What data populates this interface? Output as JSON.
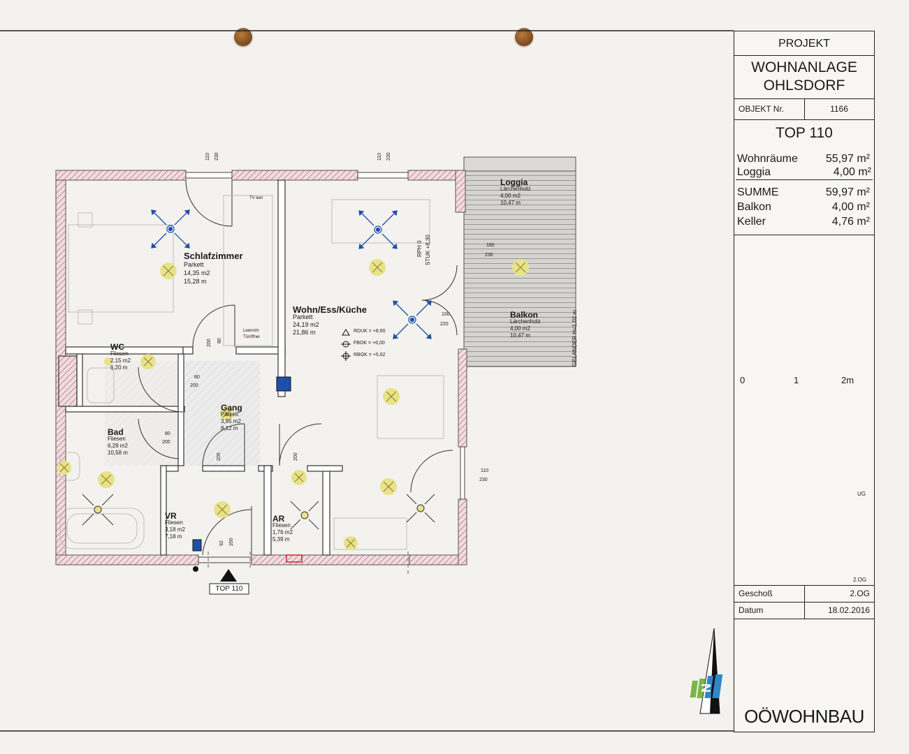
{
  "title_block": {
    "projekt_label": "PROJEKT",
    "project_name_line1": "WOHNANLAGE",
    "project_name_line2": "OHLSDORF",
    "objekt_label": "OBJEKT Nr.",
    "objekt_value": "1166",
    "top_label": "TOP 110",
    "areas": [
      {
        "label": "Wohnräume",
        "value": "55,97 m²"
      },
      {
        "label": "Loggia",
        "value": "4,00 m²"
      },
      {
        "label": "SUMME",
        "value": "59,97 m²"
      },
      {
        "label": "Balkon",
        "value": "4,00 m²"
      },
      {
        "label": "Keller",
        "value": "4,76 m²"
      }
    ],
    "scale_labels": [
      "0",
      "1",
      "2m"
    ],
    "minimap_label_ug": "UG",
    "minimap_label_2og": "2.OG",
    "geschoss_label": "Geschoß",
    "geschoss_value": "2.OG",
    "datum_label": "Datum",
    "datum_value": "18.02.2016",
    "brand": "OÖWOHNBAU",
    "north_letter": "N"
  },
  "rooms": {
    "schlafzimmer": {
      "name": "Schlafzimmer",
      "floor": "Parkett",
      "area": "14,35 m2",
      "perimeter": "15,28 m"
    },
    "wohn": {
      "name": "Wohn/Ess/Küche",
      "floor": "Parkett",
      "area": "24,19 m2",
      "perimeter": "21,86 m"
    },
    "loggia": {
      "name": "Loggia",
      "floor": "Lärchenholz",
      "area": "4,00 m2",
      "perimeter": "10,47 m"
    },
    "balkon": {
      "name": "Balkon",
      "floor": "Lärchenholz",
      "area": "4,00 m2",
      "perimeter": "10,47 m"
    },
    "wc": {
      "name": "WC",
      "floor": "Fliesen",
      "area": "2,15 m2",
      "perimeter": "6,20 m"
    },
    "bad": {
      "name": "Bad",
      "floor": "Fliesen",
      "area": "6,29 m2",
      "perimeter": "10,58 m"
    },
    "gang": {
      "name": "Gang",
      "floor": "Parkett",
      "area": "3,95 m2",
      "perimeter": "8,12 m"
    },
    "vr": {
      "name": "VR",
      "floor": "Fliesen",
      "area": "3,18 m2",
      "perimeter": "7,18 m"
    },
    "ar": {
      "name": "AR",
      "floor": "Fliesen",
      "area": "1,76 m2",
      "perimeter": "5,39 m"
    }
  },
  "annotations": {
    "rduk": "RDUK = +8,60",
    "fbok": "FBOK = +6,00",
    "rbok": "RBOK = +5,62",
    "rph": "RPH 0",
    "stuk": "STUK +8,30",
    "gelander": "GELANDER H=1,02 m",
    "tv_leer": "TV leer",
    "leerrohr": "Leerrohr",
    "tueroeffner": "Türöffner",
    "entrance": "TOP 110",
    "dim_110a": "110",
    "dim_230a": "230",
    "dim_110b": "110",
    "dim_230b": "230",
    "dim_180": "180",
    "dim_230c": "230",
    "dim_100": "100",
    "dim_220": "220",
    "dim_110c": "110",
    "dim_230d": "230",
    "dim_80a": "80",
    "dim_200a": "200",
    "dim_80b": "80",
    "dim_200b": "200",
    "dim_80c": "80",
    "dim_200c": "200",
    "dim_200d": "200",
    "dim_200e": "200",
    "dim_92": "92",
    "dim_200f": "200"
  },
  "colors": {
    "wall_hatch": "#c9848f",
    "light_fixture": "#e8e38a",
    "accent_blue": "#1f4fa8",
    "balcony_hatch": "#8a8a8a"
  }
}
